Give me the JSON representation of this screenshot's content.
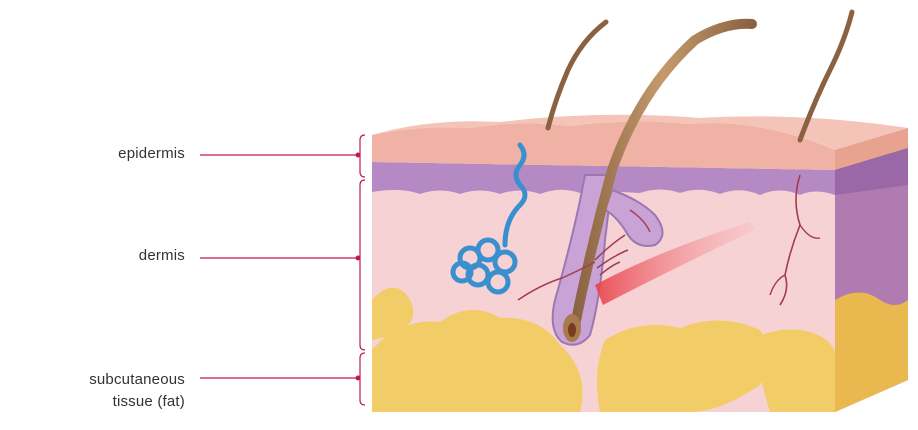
{
  "labels": {
    "epidermis": "epidermis",
    "dermis": "dermis",
    "subcutaneous_line1": "subcutaneous",
    "subcutaneous_line2": "tissue (fat)"
  },
  "colors": {
    "label_line": "#c2185b",
    "epidermis_top": "#f0b2a4",
    "epidermis_purple": "#b58ac4",
    "dermis": "#f7d2d4",
    "fat": "#f2cc66",
    "side_face": "#b07bb0",
    "hair": "#8a6242",
    "sweat_gland": "#3a8fcf",
    "muscle": "#e8424a",
    "vessel": "#a23b52"
  }
}
